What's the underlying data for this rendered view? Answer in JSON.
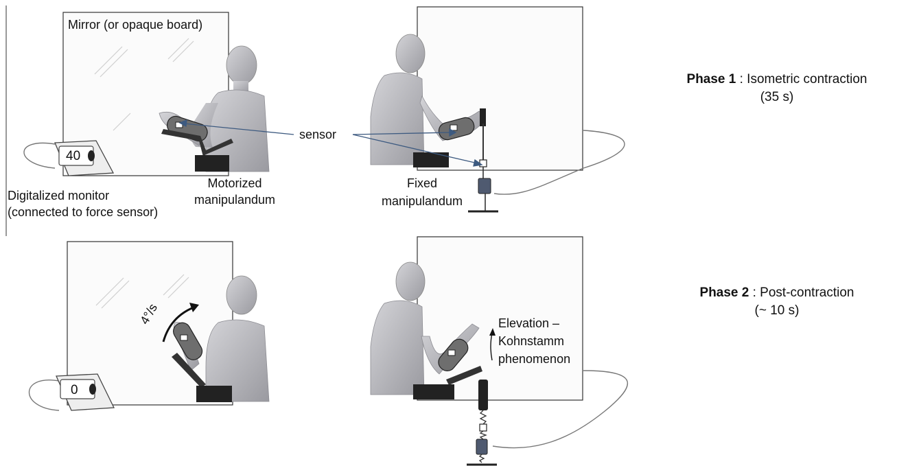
{
  "labels": {
    "mirror": "Mirror (or opaque board)",
    "sensor": "sensor",
    "monitor_line1": "Digitalized monitor",
    "monitor_line2": "(connected to force sensor)",
    "motorized_line1": "Motorized",
    "motorized_line2": "manipulandum",
    "fixed_line1": "Fixed",
    "fixed_line2": "manipulandum",
    "rotation_rate": "4°/s",
    "elevation_line1": "Elevation –",
    "elevation_line2": "Kohnstamm",
    "elevation_line3": "phenomenon"
  },
  "monitor_readings": {
    "phase1": "40",
    "phase2": "0"
  },
  "phases": [
    {
      "label": "Phase 1",
      "description": ": Isometric contraction",
      "duration": "(35 s)"
    },
    {
      "label": "Phase 2",
      "description": ": Post-contraction",
      "duration": "(~ 10 s)"
    }
  ],
  "colors": {
    "board_edge": "#333333",
    "figure": "#b9b9bd",
    "device": "#222222",
    "sensor_line": "#3d5a80",
    "cable": "#777777"
  }
}
